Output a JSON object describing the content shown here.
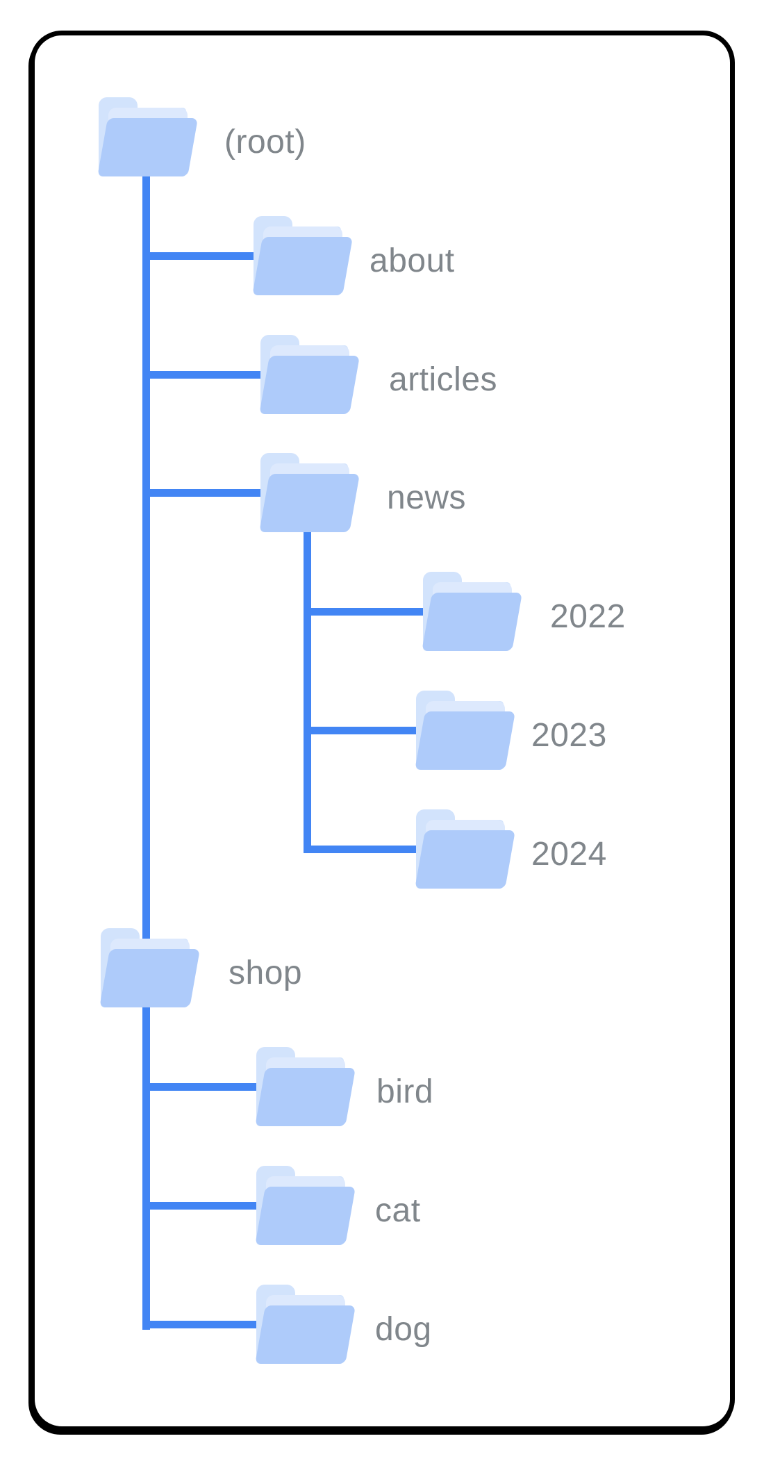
{
  "colors": {
    "connector": "#4285f4",
    "folder_front": "#aecbfa",
    "folder_back": "#d2e3fc",
    "folder_flap": "#dde9fd",
    "label": "#80868b",
    "card_border": "#000000",
    "background": "#ffffff"
  },
  "nodes": [
    {
      "id": "root",
      "label": "(root)",
      "level": 0
    },
    {
      "id": "about",
      "label": "about",
      "level": 1
    },
    {
      "id": "articles",
      "label": "articles",
      "level": 1
    },
    {
      "id": "news",
      "label": "news",
      "level": 1
    },
    {
      "id": "y2022",
      "label": "2022",
      "level": 2
    },
    {
      "id": "y2023",
      "label": "2023",
      "level": 2
    },
    {
      "id": "y2024",
      "label": "2024",
      "level": 2
    },
    {
      "id": "shop",
      "label": "shop",
      "level": 0
    },
    {
      "id": "bird",
      "label": "bird",
      "level": 1
    },
    {
      "id": "cat",
      "label": "cat",
      "level": 1
    },
    {
      "id": "dog",
      "label": "dog",
      "level": 1
    }
  ],
  "hierarchy": {
    "label": "(root)",
    "children": [
      {
        "label": "about"
      },
      {
        "label": "articles"
      },
      {
        "label": "news",
        "children": [
          {
            "label": "2022"
          },
          {
            "label": "2023"
          },
          {
            "label": "2024"
          }
        ]
      },
      {
        "label": "shop",
        "children": [
          {
            "label": "bird"
          },
          {
            "label": "cat"
          },
          {
            "label": "dog"
          }
        ]
      }
    ]
  }
}
